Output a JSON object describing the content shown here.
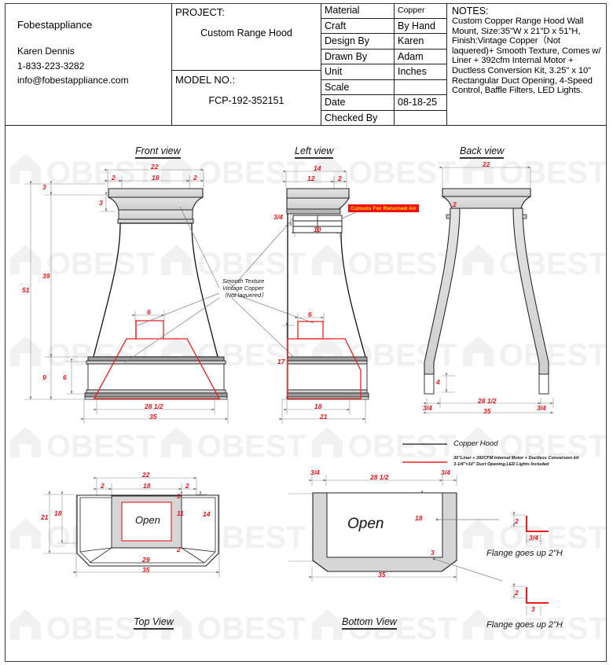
{
  "company": {
    "name": "Fobestappliance",
    "contact_name": "Karen Dennis",
    "phone": "1-833-223-3282",
    "email": "info@fobestappliance.com"
  },
  "project": {
    "project_label": "PROJECT:",
    "project_value": "Custom Range Hood",
    "model_label": "MODEL NO.:",
    "model_value": "FCP-192-352151"
  },
  "specs": [
    {
      "key": "Material",
      "value": "Copper"
    },
    {
      "key": "Craft",
      "value": "By Hand"
    },
    {
      "key": "Design By",
      "value": "Karen"
    },
    {
      "key": "Drawn By",
      "value": "Adam"
    },
    {
      "key": "Unit",
      "value": "Inches"
    },
    {
      "key": "Scale",
      "value": ""
    },
    {
      "key": "Date",
      "value": "08-18-25"
    },
    {
      "key": "Checked By",
      "value": ""
    }
  ],
  "notes": {
    "title": "NOTES:",
    "body": "Custom Copper Range Hood Wall Mount, Size:35\"W x 21\"D x 51\"H, Finish:Vintage Copper（Not laquered)+ Smooth Texture, Comes w/ Liner + 392cfm Internal Motor + Ductless Conversion Kit, 3.25\" x 10\" Rectangular Duct Opening, 4-Speed Control, Baffle Filters, LED Lights."
  },
  "views": {
    "front": "Front view",
    "left": "Left view",
    "back": "Back view",
    "top": "Top View",
    "bottom": "Bottom View"
  },
  "annotations": {
    "texture_line1": "Smooth Texture",
    "texture_line2": "Vintage Copper",
    "texture_line3": "（Not laquered）",
    "cutouts": "Cutouts For Returned Air",
    "open": "Open",
    "flange_note": "Flange goes up 2\"H"
  },
  "legend": {
    "hood": "Copper Hood",
    "kit_line1": "30\"Liner + 392CFM Internal Motor + Ductless Conversion kit",
    "kit_line2": "3-1/4\"×10\" Duct Opening,LED Lights Included",
    "hood_color": "#3d3d3d",
    "kit_color": "#ee1c1c"
  },
  "dimensions": {
    "front": {
      "top_outer": "22",
      "top_left_inset": "2",
      "top_inner": "18",
      "top_right_inset": "2",
      "h_total": "51",
      "h_body": "39",
      "h_crown": "3",
      "h_band": "3",
      "h_base_total": "9",
      "h_base_face": "6",
      "duct_width": "6",
      "bot_inner": "28 1/2",
      "bot_outer": "35"
    },
    "left": {
      "top_outer": "14",
      "top_inner": "12",
      "top_inset": "2",
      "vent_height": "3/4",
      "vent_width": "10",
      "duct_width": "6",
      "h_mid": "17",
      "bot_inner": "18",
      "bot_outer": "21"
    },
    "back": {
      "top_outer": "22",
      "lip": "2",
      "leg_height": "4",
      "left_flange": "3/4",
      "right_flange": "3/4",
      "bot_inner": "28 1/2",
      "bot_outer": "35"
    },
    "top": {
      "outer": "22",
      "left_inset": "2",
      "inner": "18",
      "right_inset": "2",
      "depth_outer": "21",
      "depth_inner": "18",
      "depth_side": "14",
      "open_top": "1",
      "open_mid": "11",
      "open_bot": "2",
      "front_inner": "29",
      "front_outer": "35"
    },
    "bottom": {
      "left_flange": "3/4",
      "inner": "28 1/2",
      "right_flange": "3/4",
      "depth": "18",
      "front_lip": "3",
      "outer": "35"
    },
    "flange_detail_top": {
      "rise": "2",
      "thickness": "3/4"
    },
    "flange_detail_bottom": {
      "rise": "2",
      "thickness": "3"
    }
  },
  "watermark": {
    "text": "OBEST"
  },
  "colors": {
    "dimension_red": "#e8161b",
    "metal_fill": "#d8d8d8",
    "line_dark": "#222222",
    "label_bg": "#f20f0f",
    "label_fg": "#ffe400"
  }
}
